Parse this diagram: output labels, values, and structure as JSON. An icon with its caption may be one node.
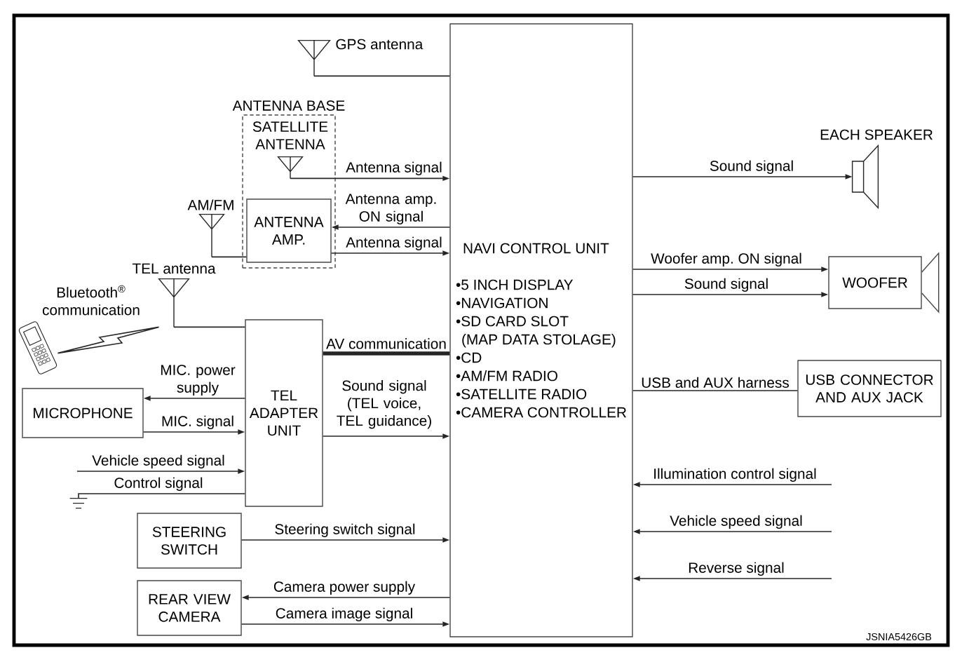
{
  "diagram": {
    "nodes": [
      {
        "text": [],
        "shape": "antenna",
        "beside": [
          "GPS antenna"
        ]
      },
      {
        "text": [
          "ANTENNA BASE"
        ]
      },
      {
        "text": [],
        "shape": "antenna",
        "beside": [
          "SATELLITE ANTENNA"
        ],
        "in": 1
      },
      {
        "text": [],
        "shape": "antenna",
        "beside": [
          "AM/FM"
        ]
      },
      {
        "text": [
          "ANTENNA AMP."
        ],
        "in": 1
      },
      {
        "text": [
          "NAVI CONTROL UNIT",
          "•5 INCH DISPLAY",
          "•NAVIGATION",
          "•SD CARD SLOT (MAP DATA STOLAGE)",
          "•CD",
          "•AM/FM RADIO",
          "•SATELLITE RADIO",
          "•CAMERA CONTROLLER"
        ]
      },
      {
        "text": [],
        "shape": "speaker",
        "beside": [
          "EACH SPEAKER"
        ]
      },
      {
        "text": [
          "WOOFER"
        ]
      },
      {
        "text": [],
        "shape": "antenna",
        "beside": [
          "TEL antenna"
        ]
      },
      {
        "text": [],
        "shape": "picture"
      },
      {
        "text": [
          "TEL ADAPTER UNIT"
        ]
      },
      {
        "text": [
          "MICROPHONE"
        ]
      },
      {
        "text": [],
        "shape": "ground"
      },
      {
        "text": [
          "USB CONNECTOR AND AUX JACK"
        ]
      },
      {
        "text": [
          "STEERING SWITCH"
        ]
      },
      {
        "text": [
          "REAR VIEW CAMERA"
        ]
      }
    ],
    "edges": [
      {
        "from": 0,
        "to": 5,
        "arrow": "none"
      },
      {
        "from": 2,
        "to": 5,
        "arrow": "to",
        "label": "Antenna signal"
      },
      {
        "from": 5,
        "to": 4,
        "arrow": "to",
        "label": "Antenna amp. ON signal"
      },
      {
        "from": 3,
        "to": 4,
        "arrow": "none"
      },
      {
        "from": 4,
        "to": 5,
        "arrow": "to",
        "label": "Antenna signal"
      },
      {
        "from": 5,
        "to": 6,
        "arrow": "to",
        "label": "Sound signal"
      },
      {
        "from": 5,
        "to": 7,
        "arrow": "to",
        "label": "Woofer amp. ON signal"
      },
      {
        "from": 5,
        "to": 7,
        "arrow": "to",
        "label": "Sound signal"
      },
      {
        "from": 8,
        "to": 10,
        "arrow": "none"
      },
      {
        "from": 9,
        "to": 8,
        "arrow": "none",
        "label": "Bluetooth$^{®}$ communication"
      },
      {
        "from": 10,
        "to": 11,
        "arrow": "to",
        "label": "MIC. power supply"
      },
      {
        "from": 11,
        "to": 10,
        "arrow": "to",
        "label": "MIC. signal"
      },
      {
        "from": null,
        "to": 10,
        "arrow": "to",
        "label": "Vehicle speed signal"
      },
      {
        "from": 10,
        "to": 12,
        "arrow": "none",
        "label": "Control signal"
      },
      {
        "from": 10,
        "to": 5,
        "arrow": "none",
        "label": "AV communication",
        "style": "thick"
      },
      {
        "from": 10,
        "to": 5,
        "arrow": "to",
        "label": "Sound signal (TEL voice, TEL guidance)"
      },
      {
        "from": 5,
        "to": 13,
        "arrow": "none",
        "label": "USB and AUX harness"
      },
      {
        "from": null,
        "to": 5,
        "arrow": "to",
        "label": "Illumination control signal"
      },
      {
        "from": null,
        "to": 5,
        "arrow": "to",
        "label": "Vehicle speed signal"
      },
      {
        "from": null,
        "to": 5,
        "arrow": "to",
        "label": "Reverse signal"
      },
      {
        "from": 14,
        "to": 5,
        "arrow": "to",
        "label": "Steering switch signal"
      },
      {
        "from": 5,
        "to": 15,
        "arrow": "to",
        "label": "Camera power supply"
      },
      {
        "from": 15,
        "to": 5,
        "arrow": "to",
        "label": "Camera image signal"
      }
    ],
    "labels": [
      "JSNIA5426GB"
    ]
  }
}
